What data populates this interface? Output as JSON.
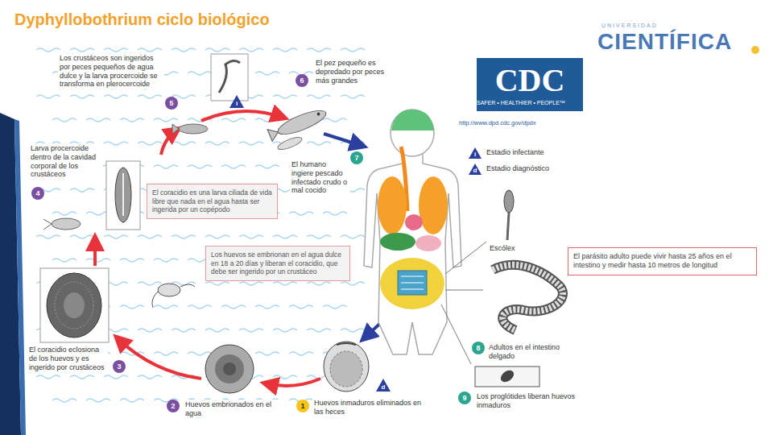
{
  "diagram": {
    "title": "Dyphyllobothrium ciclo biológico",
    "nodes": [
      {
        "text": [
          "El coracidio es una larva ciliada de vida libre que nada en el agua hasta ser ingerida por un copépodo"
        ]
      },
      {
        "text": [
          "Los huevos se embrionan en el agua dulce en 18 a 20 días y liberan el coracidio, que debe ser ingerido por un crustáceo"
        ]
      },
      {
        "text": [
          "El parásito adulto puede vivir hasta 25 años en el intestino y medir hasta 10 metros de longitud"
        ]
      }
    ],
    "labels": [
      "UNIVERSIDAD",
      "CIENTÍFICA",
      "CDC",
      "SAFER • HEALTHIER • PEOPLE™",
      "http://www.dpd.cdc.gov/dpdx",
      "i",
      "d",
      "Los crustáceos son ingeridos por peces pequeños de agua dulce y la larva procercoide se transforma en plerocercoide",
      "5",
      "El pez pequeño es depredado por peces más grandes",
      "6",
      "Larva procercoide dentro de la cavidad corporal de los crustáceos",
      "4",
      "El humano ingiere pescado infectado crudo o mal cocido",
      "7",
      "Escólex",
      "Adultos en el intestino delgado",
      "8",
      "El coracidio eclosiona de los huevos y es ingerido por crustáceos",
      "3",
      "Huevos embrionados en el agua",
      "2",
      "Huevos inmaduros eliminados en las heces",
      "1",
      "Los proglótides liberan huevos inmaduros",
      "9",
      "i",
      "d"
    ],
    "legend": [
      {
        "text": "Estadio infectante"
      },
      {
        "text": "Estadio diagnóstico"
      }
    ]
  }
}
